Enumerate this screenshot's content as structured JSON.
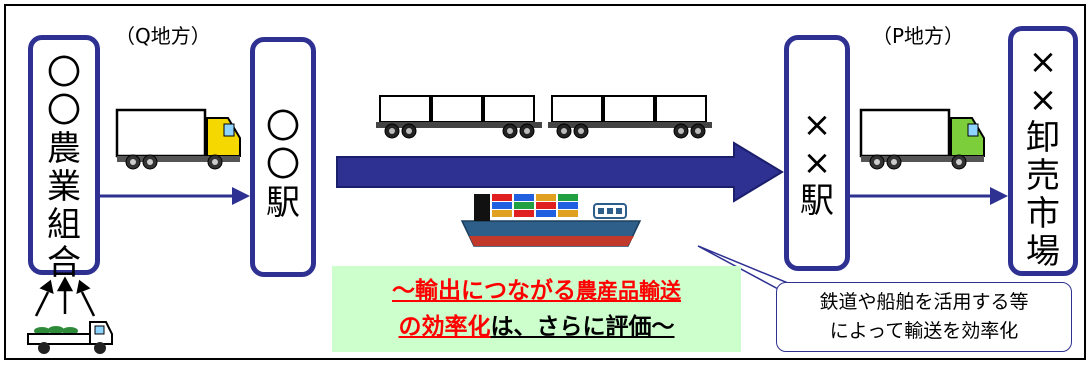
{
  "regions": {
    "left": "（Q地方）",
    "right": "（P地方）"
  },
  "nodes": {
    "cooperative": [
      "〇",
      "〇",
      "農",
      "業",
      "組",
      "合"
    ],
    "origin_station": [
      "〇",
      "〇",
      "駅"
    ],
    "dest_station": [
      "×",
      "×",
      "駅"
    ],
    "market": [
      "×",
      "×",
      "卸",
      "売",
      "市",
      "場"
    ]
  },
  "highlight": {
    "line1_prefix": "～",
    "line1_red": "輸出につながる",
    "line1_red2": "農産品輸送",
    "line2_red": "の効率化",
    "line2_black": "は、さらに評価～"
  },
  "note": {
    "line1": "鉄道や船舶を活用する等",
    "line2": "によって輸送を効率化"
  },
  "icons": [
    "truck-icon",
    "freight-train-icon",
    "container-ship-icon",
    "farm-truck-icon",
    "arrow-icon"
  ],
  "colors": {
    "node_border": "#2e3192",
    "arrow": "#2e3192",
    "highlight_bg": "#ccffcc",
    "red_text": "#ff0000"
  }
}
